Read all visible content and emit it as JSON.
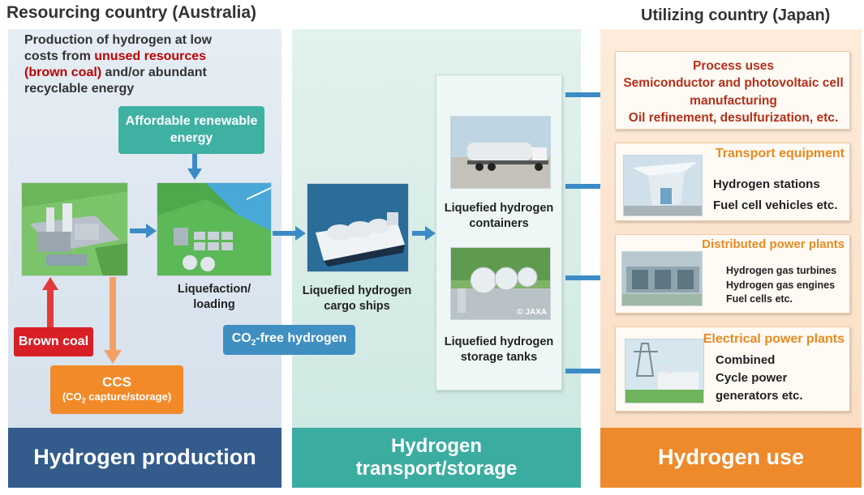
{
  "headers": {
    "left": "Resourcing country (Australia)",
    "right": "Utilizing country (Japan)"
  },
  "production": {
    "intro_1": "Production of hydrogen at low",
    "intro_2a": "costs from ",
    "intro_2b": "unused resources",
    "intro_3a": "(brown coal)",
    "intro_3b": " and/or abundant",
    "intro_4": "recyclable energy",
    "renewable_1": "Affordable renewable",
    "renewable_2": "energy",
    "liquefaction_1": "Liquefaction/",
    "liquefaction_2": "loading",
    "brown_coal": "Brown coal",
    "ccs_title": "CCS",
    "ccs_sub_a": "(CO",
    "ccs_sub_b": "2",
    "ccs_sub_c": " capture/storage)",
    "footer": "Hydrogen production"
  },
  "transport": {
    "co2free_a": "CO",
    "co2free_b": "2",
    "co2free_c": "-free hydrogen",
    "ships_1": "Liquefied hydrogen",
    "ships_2": "cargo ships",
    "containers_1": "Liquefied hydrogen",
    "containers_2": "containers",
    "tanks_1": "Liquefied hydrogen",
    "tanks_2": "storage tanks",
    "jaxa": "© JAXA",
    "footer_1": "Hydrogen",
    "footer_2": "transport/storage"
  },
  "uses": {
    "process": {
      "title": "Process uses",
      "line1": "Semiconductor and photovoltaic cell",
      "line2": "manufacturing",
      "line3": "Oil refinement, desulfurization, etc."
    },
    "transport_eq": {
      "title": "Transport equipment",
      "line1": "Hydrogen stations",
      "line2": "Fuel cell vehicles etc."
    },
    "distributed": {
      "title": "Distributed power plants",
      "line1": "Hydrogen gas turbines",
      "line2": "Hydrogen gas engines",
      "line3": "Fuel cells etc."
    },
    "electrical": {
      "title": "Electrical power plants",
      "line1": "Combined",
      "line2": "Cycle power",
      "line3": "generators etc."
    },
    "footer": "Hydrogen use"
  },
  "colors": {
    "production_bg": "#dbe5ef",
    "production_footer": "#335c8c",
    "transport_bg": "#d4ece6",
    "transport_footer": "#3aada0",
    "use_bg": "#fbe4cd",
    "use_footer": "#ee8a2c",
    "red_text": "#c00000",
    "orange_title": "#e88a20",
    "arrow_blue": "#3b8cc6"
  }
}
